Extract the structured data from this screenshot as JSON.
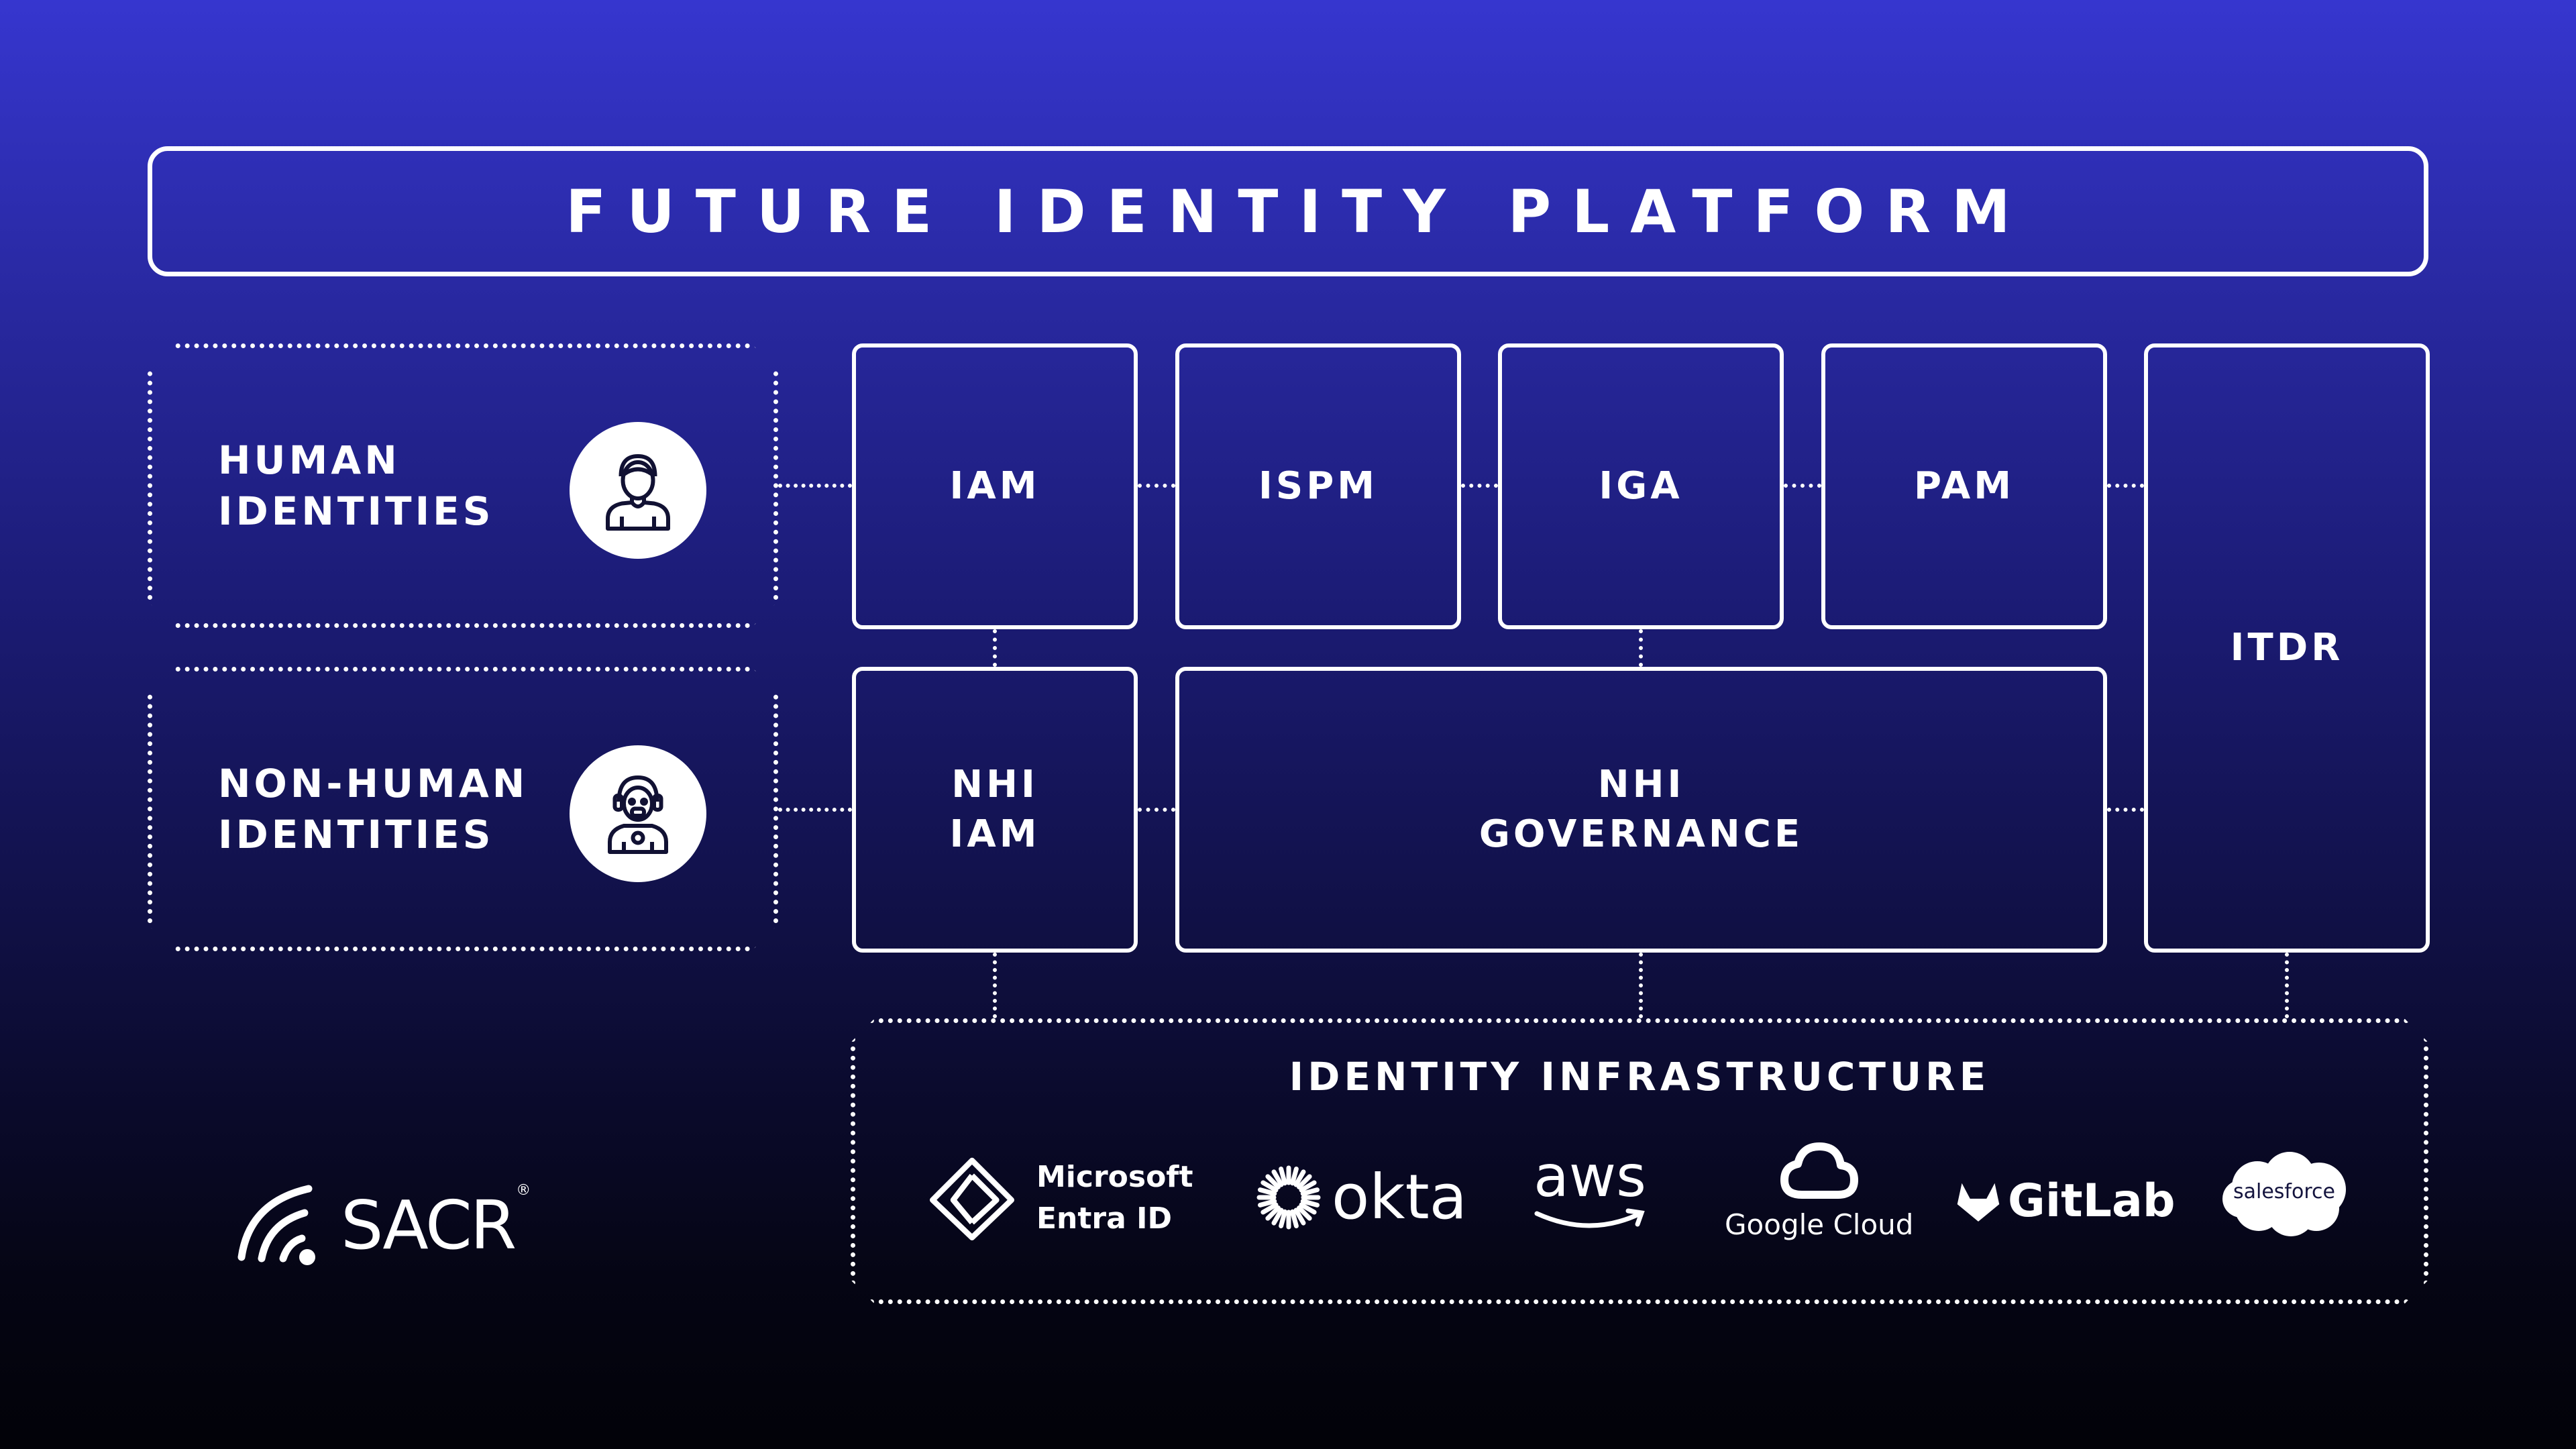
{
  "title": "FUTURE IDENTITY PLATFORM",
  "identities": {
    "human": {
      "line1": "HUMAN",
      "line2": "IDENTITIES",
      "icon": "person-icon"
    },
    "non_human": {
      "line1": "NON-HUMAN",
      "line2": "IDENTITIES",
      "icon": "robot-icon"
    }
  },
  "modules": {
    "iam": "IAM",
    "ispm": "ISPM",
    "iga": "IGA",
    "pam": "PAM",
    "itdr": "ITDR",
    "nhi_iam": {
      "line1": "NHI",
      "line2": "IAM"
    },
    "nhi_governance": {
      "line1": "NHI",
      "line2": "GOVERNANCE"
    }
  },
  "infrastructure": {
    "title": "IDENTITY INFRASTRUCTURE",
    "logos": {
      "microsoft": {
        "line1": "Microsoft",
        "line2": "Entra ID",
        "icon": "entra-id-icon"
      },
      "okta": {
        "name": "okta",
        "icon": "okta-sunburst-icon"
      },
      "aws": {
        "name": "aws",
        "icon": "aws-smile-icon"
      },
      "google_cloud": {
        "name": "Google Cloud",
        "icon": "google-cloud-icon"
      },
      "gitlab": {
        "name": "GitLab",
        "icon": "gitlab-fox-icon"
      },
      "salesforce": {
        "name": "salesforce",
        "icon": "salesforce-cloud-icon"
      }
    }
  },
  "brand": {
    "name": "SACR",
    "mark": "®",
    "icon": "sacr-signal-icon"
  },
  "colors": {
    "foreground": "#ffffff",
    "background_top": "#3636cf",
    "background_bottom": "#020208"
  }
}
